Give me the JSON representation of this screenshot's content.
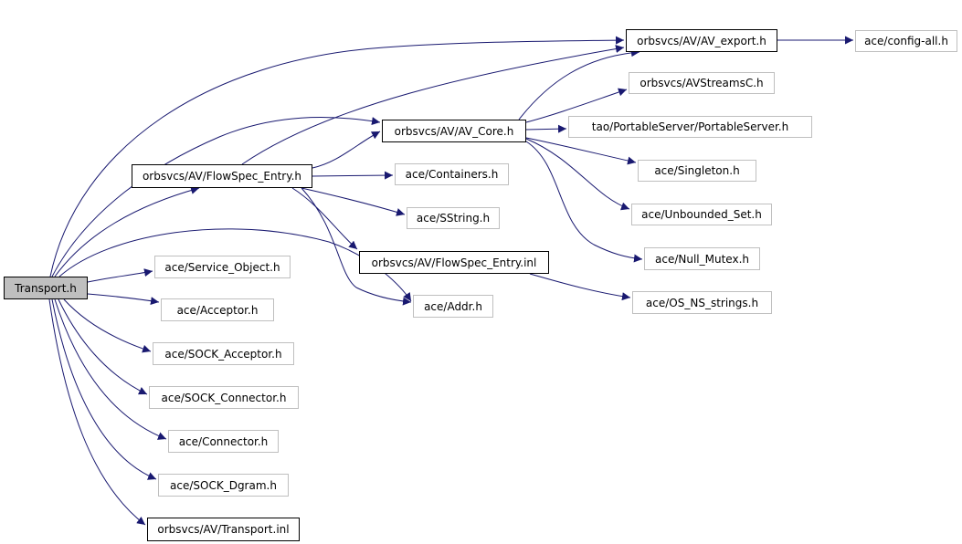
{
  "diagram": {
    "colors": {
      "edge": "#191970",
      "root_fill": "#bfbfbf",
      "documented_border": "#000000",
      "external_border": "#bfbfbf"
    },
    "nodes": {
      "transport": "Transport.h",
      "avexport": "orbsvcs/AV/AV_export.h",
      "configall": "ace/config-all.h",
      "avstreams": "orbsvcs/AVStreamsC.h",
      "avcore": "orbsvcs/AV/AV_Core.h",
      "portable": "tao/PortableServer/PortableServer.h",
      "flowspec": "orbsvcs/AV/FlowSpec_Entry.h",
      "containers": "ace/Containers.h",
      "singleton": "ace/Singleton.h",
      "sstring": "ace/SString.h",
      "unbounded": "ace/Unbounded_Set.h",
      "flowinl": "orbsvcs/AV/FlowSpec_Entry.inl",
      "nullmutex": "ace/Null_Mutex.h",
      "serviceobj": "ace/Service_Object.h",
      "addr": "ace/Addr.h",
      "osns": "ace/OS_NS_strings.h",
      "acceptor": "ace/Acceptor.h",
      "sockacc": "ace/SOCK_Acceptor.h",
      "sockconn": "ace/SOCK_Connector.h",
      "connector": "ace/Connector.h",
      "sockdgram": "ace/SOCK_Dgram.h",
      "transinl": "orbsvcs/AV/Transport.inl"
    },
    "edges": [
      {
        "from": "transport",
        "to": "avexport"
      },
      {
        "from": "transport",
        "to": "avcore"
      },
      {
        "from": "transport",
        "to": "flowspec"
      },
      {
        "from": "transport",
        "to": "addr"
      },
      {
        "from": "transport",
        "to": "serviceobj"
      },
      {
        "from": "transport",
        "to": "acceptor"
      },
      {
        "from": "transport",
        "to": "sockacc"
      },
      {
        "from": "transport",
        "to": "sockconn"
      },
      {
        "from": "transport",
        "to": "connector"
      },
      {
        "from": "transport",
        "to": "sockdgram"
      },
      {
        "from": "transport",
        "to": "transinl"
      },
      {
        "from": "avexport",
        "to": "configall"
      },
      {
        "from": "avcore",
        "to": "avexport"
      },
      {
        "from": "avcore",
        "to": "avstreams"
      },
      {
        "from": "avcore",
        "to": "portable"
      },
      {
        "from": "avcore",
        "to": "singleton"
      },
      {
        "from": "avcore",
        "to": "unbounded"
      },
      {
        "from": "avcore",
        "to": "nullmutex"
      },
      {
        "from": "flowspec",
        "to": "avexport"
      },
      {
        "from": "flowspec",
        "to": "avcore"
      },
      {
        "from": "flowspec",
        "to": "containers"
      },
      {
        "from": "flowspec",
        "to": "sstring"
      },
      {
        "from": "flowspec",
        "to": "flowinl"
      },
      {
        "from": "flowspec",
        "to": "addr"
      },
      {
        "from": "flowinl",
        "to": "osns"
      }
    ]
  }
}
